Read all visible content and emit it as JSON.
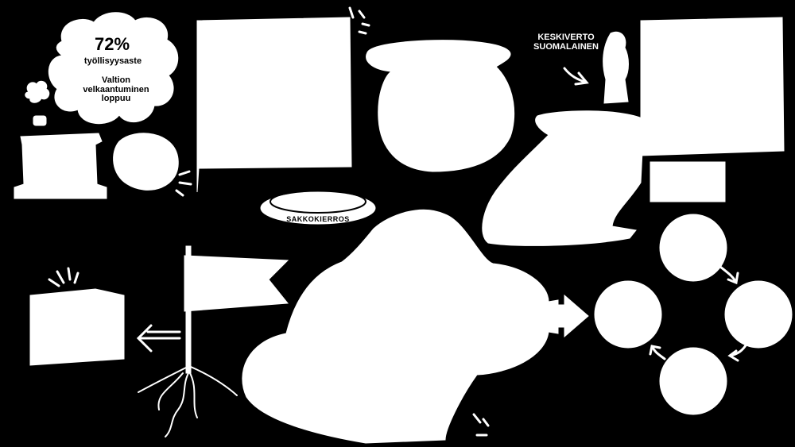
{
  "colors": {
    "background": "#000000",
    "shape": "#ffffff",
    "ink": "#000000"
  },
  "thought_bubble": {
    "percent": "72%",
    "employment_label": "työllisyysaste",
    "debt_text": "Valtion velkaantuminen loppuu"
  },
  "average_finn": {
    "label_line1": "KESKIVERTO",
    "label_line2": "SUOMALAINEN"
  },
  "penalty_ring": {
    "label": "SAKKOKIERROS"
  },
  "icons": [
    "arrow-left-icon",
    "arrow-right-icon",
    "flag-icon",
    "roots-icon",
    "curved-arrow-icon"
  ]
}
